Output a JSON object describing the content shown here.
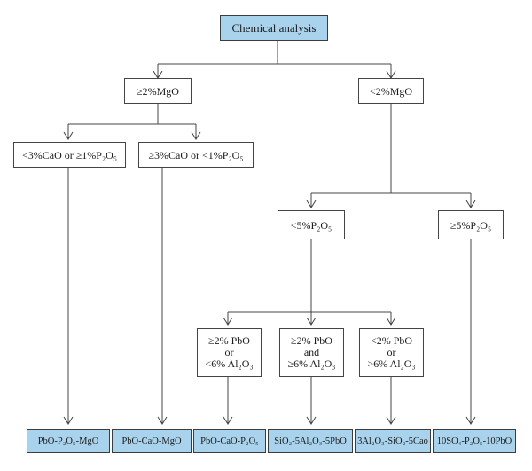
{
  "colors": {
    "leaf_fill": "#a9d3ec",
    "root_fill": "#a9d3ec",
    "box_fill": "#ffffff",
    "line": "#444444"
  },
  "root": "Chemical analysis",
  "level1": {
    "left": "≥2%MgO",
    "right": "<2%MgO"
  },
  "level2": {
    "mgo_high_a": "<3%CaO or ≥1%P₂O₅",
    "mgo_high_b": "≥3%CaO or <1%P₂O₅",
    "p2o5_low": "<5%P₂O₅",
    "p2o5_high": "≥5%P₂O₅"
  },
  "level3": {
    "c1": {
      "line1": "≥2% PbO",
      "line2": "or",
      "line3": "<6% Al₂O₃"
    },
    "c2": {
      "line1": "≥2% PbO",
      "line2": "and",
      "line3": "≥6% Al₂O₃"
    },
    "c3": {
      "line1": "<2% PbO",
      "line2": "or",
      "line3": ">6% Al₂O₃"
    }
  },
  "results": [
    "PbO-P₂O₅-MgO",
    "PbO-CaO-MgO",
    "PbO-CaO-P₂O₅",
    "SiO₂-5Al₂O₃-5PbO",
    "3Al₂O₃-SiO₂-5Cao",
    "10SO₄-P₂O₅-10PbO"
  ]
}
